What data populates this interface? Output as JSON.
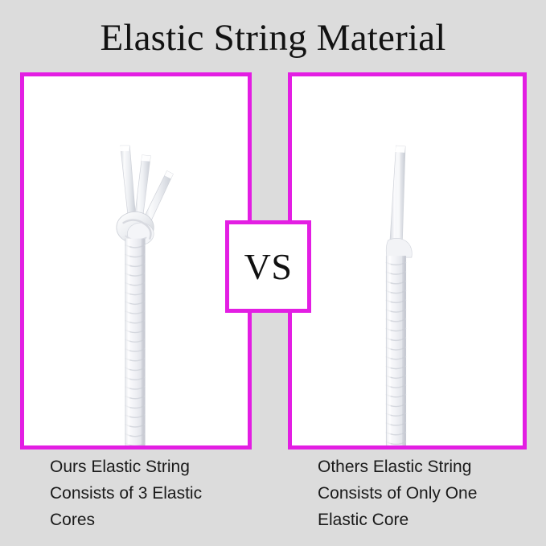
{
  "header": {
    "title": "Elastic String Material"
  },
  "colors": {
    "background": "#dcdcdc",
    "panel_fill": "#ffffff",
    "border_magenta": "#e31ee3",
    "text": "#1a1a1a",
    "string_light": "#f4f4f6",
    "string_shade": "#c9ccd4"
  },
  "vs_badge": {
    "label": "VS"
  },
  "comparison": {
    "left": {
      "product_name": "Ours Elastic String",
      "core_count": 3,
      "caption_lines": [
        "Ours Elastic String",
        "Consists of 3 Elastic",
        "Cores"
      ]
    },
    "right": {
      "product_name": "Others Elastic String",
      "core_count": 1,
      "caption_lines": [
        "Others Elastic String",
        "Consists of Only One",
        "Elastic Core"
      ]
    }
  }
}
